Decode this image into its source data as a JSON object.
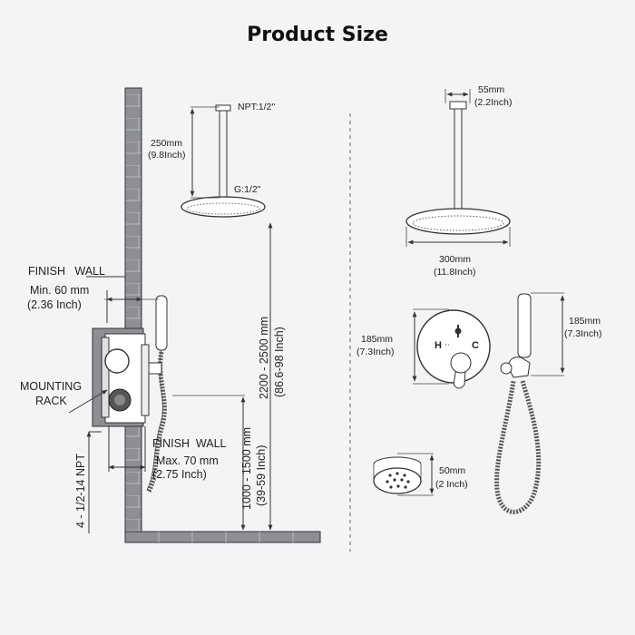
{
  "title": "Product Size",
  "left": {
    "npt_top": "NPT:1/2''",
    "arm_len_mm": "250mm",
    "arm_len_in": "(9.8Inch)",
    "g_thread": "G:1/2''",
    "finish_wall_top": "FINISH   WALL",
    "min_depth_mm": "Min. 60 mm",
    "min_depth_in": "(2.36 Inch)",
    "mounting_rack_1": "MOUNTING",
    "mounting_rack_2": "RACK",
    "finish_wall_bottom": "FINISH  WALL",
    "max_depth_mm": "Max. 70 mm",
    "max_depth_in": "(2.75 Inch)",
    "npt_side": "4 - 1/2-14 NPT",
    "height_head_mm": "2200 - 2500 mm",
    "height_head_in": "(86.6-98 Inch)",
    "height_valve_mm": "1000 - 1500 mm",
    "height_valve_in": "(39-59 Inch)"
  },
  "right": {
    "arm_dia_mm": "55mm",
    "arm_dia_in": "(2.2Inch)",
    "head_dia_mm": "300mm",
    "head_dia_in": "(11.8Inch)",
    "plate_h_mm": "185mm",
    "plate_h_in": "(7.3Inch)",
    "handheld_h_mm": "185mm",
    "handheld_h_in": "(7.3Inch)",
    "hot_label": "H",
    "cold_label": "C",
    "jet_dia_mm": "50mm",
    "jet_dia_in": "(2 Inch)"
  }
}
